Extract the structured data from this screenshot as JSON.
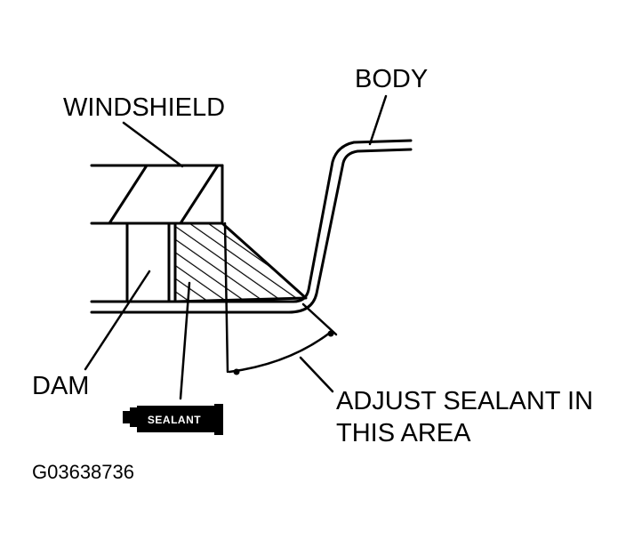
{
  "labels": {
    "body": "BODY",
    "windshield": "WINDSHIELD",
    "dam": "DAM",
    "adjust_line1": "ADJUST SEALANT IN",
    "adjust_line2": "THIS AREA",
    "tube": "SEALANT",
    "code": "G03638736"
  },
  "colors": {
    "ink": "#000000",
    "background": "#ffffff"
  }
}
